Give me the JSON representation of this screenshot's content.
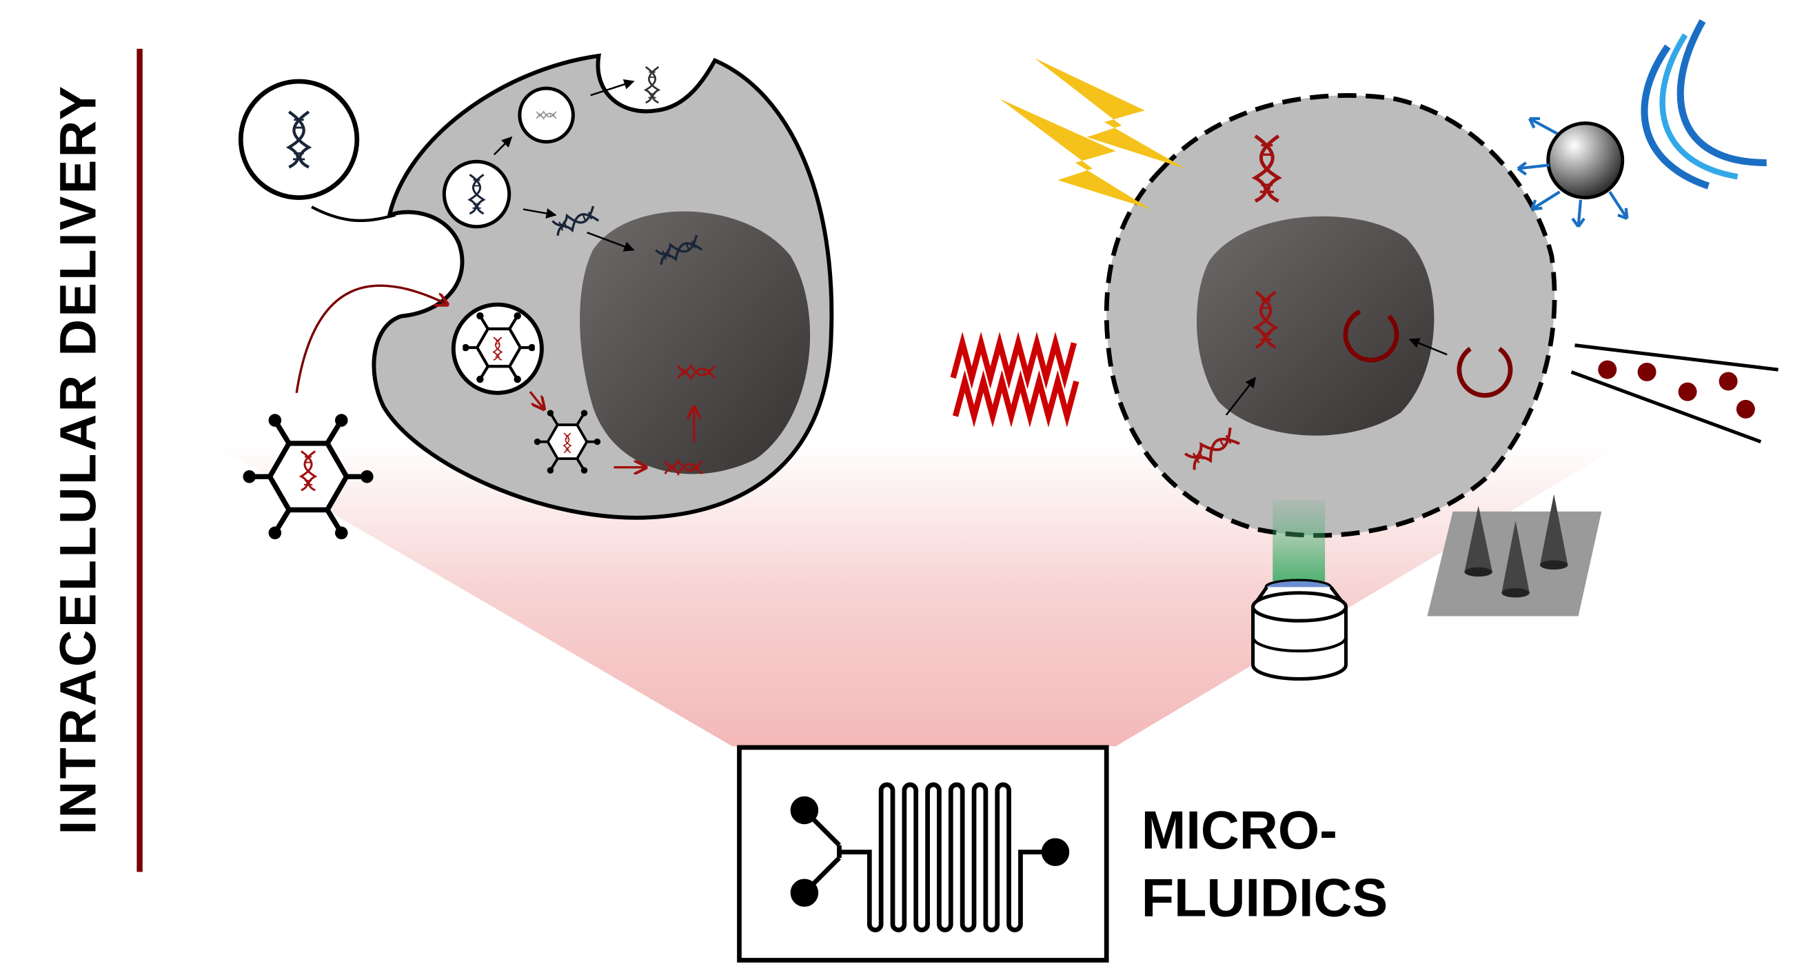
{
  "title": "INTRACELLULAR DELIVERY",
  "microfluidics_label": {
    "line1": "MICRO-",
    "line2": "FLUIDICS"
  },
  "colors": {
    "accent_red": "#7a0000",
    "dna_dark": "#1a2538",
    "dna_red": "#a01010",
    "cell_gray": "#bcbcbc",
    "nucleus_dark": "#4a4646",
    "lightning": "#f5c21b",
    "ultrasound_blue": "#1a6fc4",
    "laser_green": "#3fae6a",
    "funnel_pink": "#f4b9b9"
  },
  "icons": [
    "dna-icon",
    "viral-vector-icon",
    "endosome-icon",
    "lightning-icon",
    "heat-wave-icon",
    "ultrasound-icon",
    "microbubble-icon",
    "plasmid-icon",
    "protein-icon",
    "nanoinjection-needle-icon",
    "microscope-objective-icon",
    "microneedle-array-icon",
    "microfluidic-chip-icon"
  ]
}
